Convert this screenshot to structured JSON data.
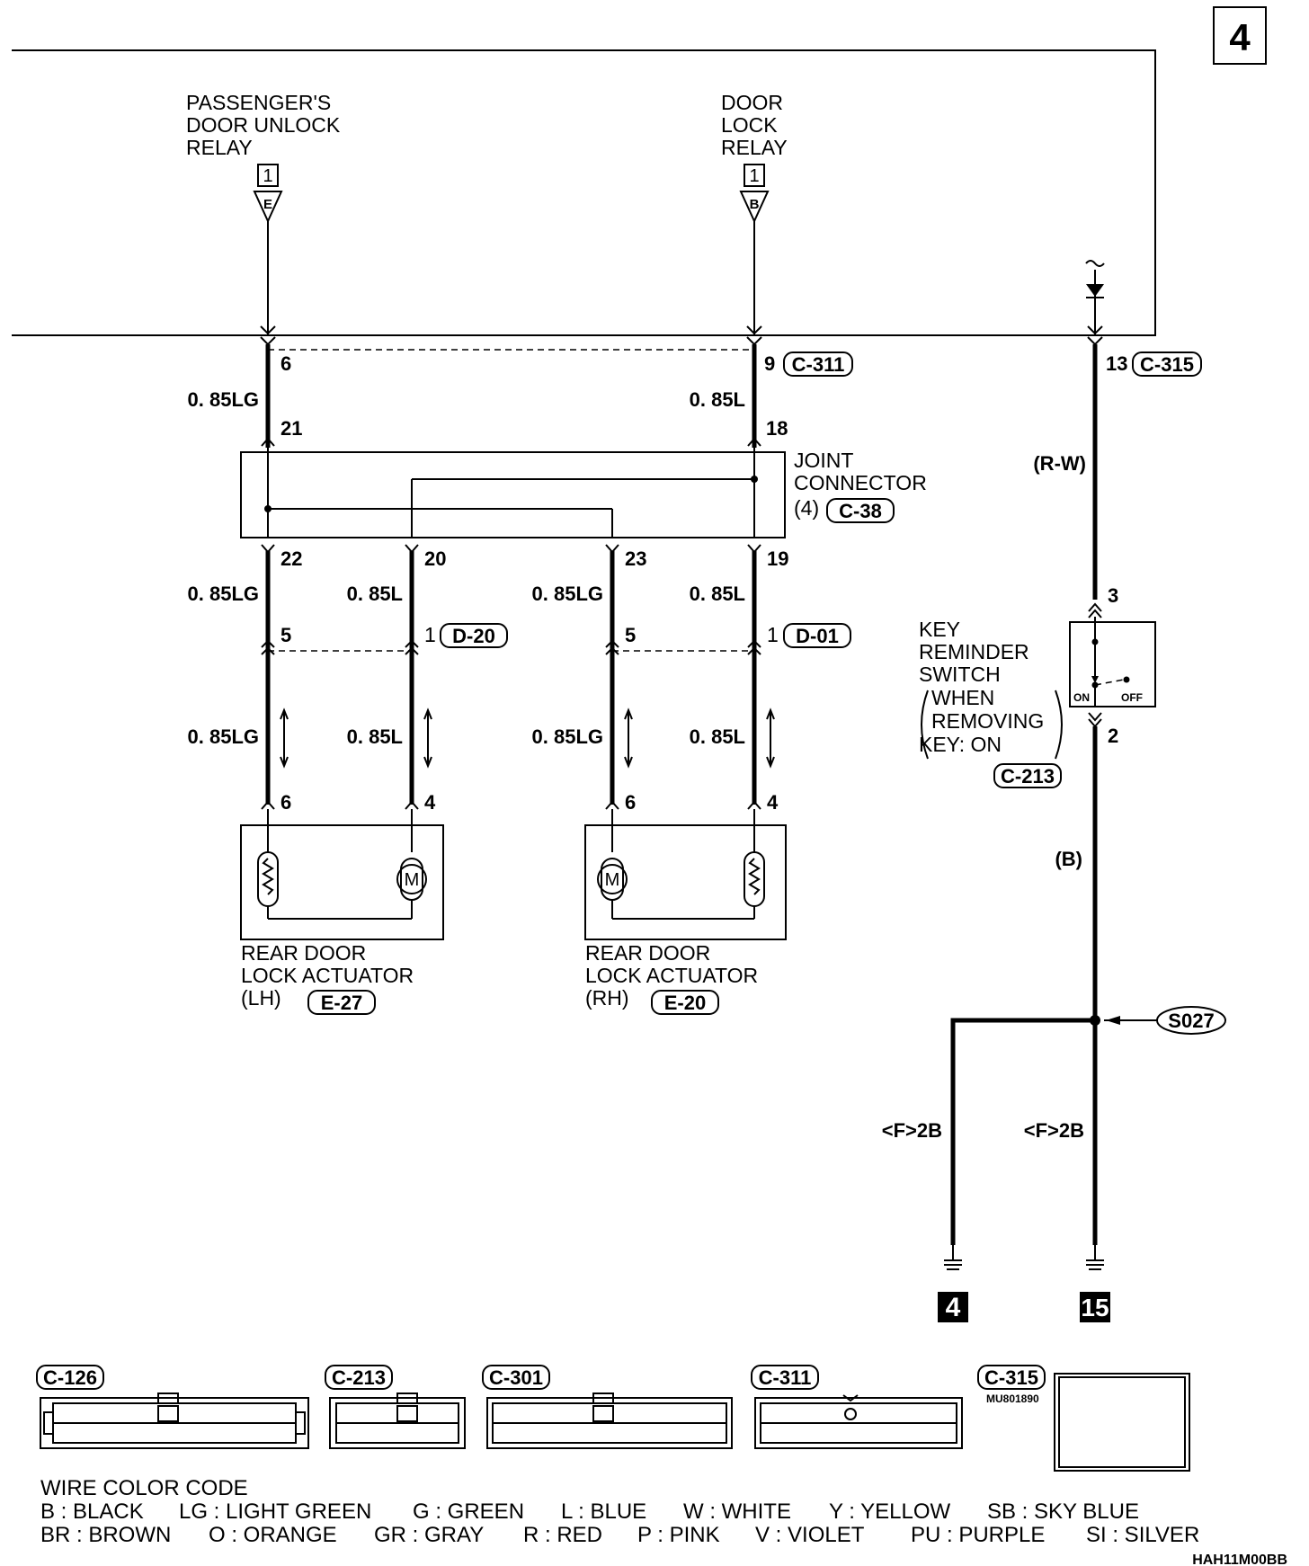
{
  "page_number": "4",
  "relays": {
    "left": {
      "lines": [
        "PASSENGER'S",
        "DOOR UNLOCK",
        "RELAY"
      ],
      "pin": "1",
      "conn": "E"
    },
    "right": {
      "lines": [
        "DOOR",
        "LOCK",
        "RELAY"
      ],
      "pin": "1",
      "conn": "B"
    }
  },
  "connectors": {
    "c311": "C-311",
    "c315": "C-315",
    "c38": "C-38",
    "d20": "D-20",
    "d01": "D-01",
    "e27": "E-27",
    "e20": "E-20",
    "c213": "C-213",
    "c126": "C-126",
    "c301": "C-301"
  },
  "pins": {
    "p6": "6",
    "p9": "9",
    "p13": "13",
    "p21": "21",
    "p18": "18",
    "p22": "22",
    "p20": "20",
    "p23": "23",
    "p19": "19",
    "p5a": "5",
    "p1a": "1",
    "p5b": "5",
    "p1b": "1",
    "p6a": "6",
    "p4a": "4",
    "p6b": "6",
    "p4b": "4",
    "p3": "3",
    "p2": "2"
  },
  "wires": {
    "lg": "0. 85LG",
    "l": "0. 85L",
    "rw": "(R-W)",
    "b": "(B)",
    "f2b": "<F>2B"
  },
  "joint": {
    "lines": [
      "JOINT",
      "CONNECTOR"
    ],
    "num": "(4)"
  },
  "key_switch": {
    "lines": [
      "KEY",
      "REMINDER",
      "SWITCH"
    ],
    "cond": [
      "WHEN",
      "REMOVING",
      "KEY: ON"
    ],
    "on": "ON",
    "off": "OFF"
  },
  "actuators": {
    "lh": {
      "lines": [
        "REAR DOOR",
        "LOCK ACTUATOR"
      ],
      "side": "(LH)"
    },
    "rh": {
      "lines": [
        "REAR DOOR",
        "LOCK ACTUATOR"
      ],
      "side": "(RH)"
    }
  },
  "splice": "S027",
  "grounds": {
    "left": "4",
    "right": "15"
  },
  "motor": "M",
  "mu_code": "MU801890",
  "legend": {
    "title": "WIRE COLOR CODE",
    "row1": [
      "B : BLACK",
      "LG : LIGHT GREEN",
      "G : GREEN",
      "L : BLUE",
      "W : WHITE",
      "Y : YELLOW",
      "SB : SKY BLUE"
    ],
    "row2": [
      "BR : BROWN",
      "O : ORANGE",
      "GR : GRAY",
      "R : RED",
      "P : PINK",
      "V : VIOLET",
      "PU : PURPLE",
      "SI : SILVER"
    ]
  },
  "footer_code": "HAH11M00BB"
}
